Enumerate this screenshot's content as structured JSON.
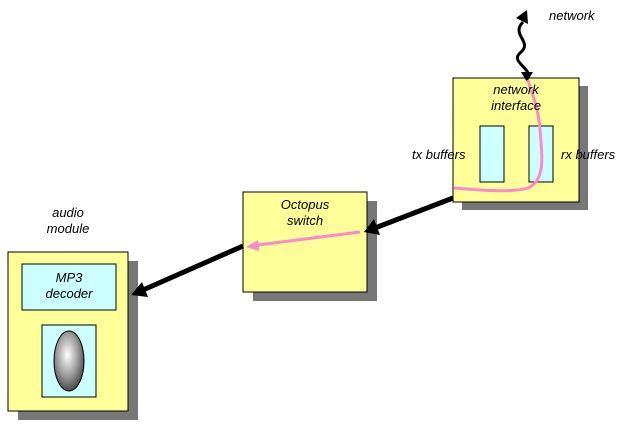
{
  "labels": {
    "network": "network",
    "network_interface": [
      "network",
      "interface"
    ],
    "tx_buffers": "tx buffers",
    "rx_buffers": "rx buffers",
    "octopus_switch": [
      "Octopus",
      "switch"
    ],
    "audio_module": [
      "audio",
      "module"
    ],
    "mp3_decoder": [
      "MP3",
      "decoder"
    ]
  },
  "colors": {
    "box_fill": "#ffff99",
    "shadow": "#777777",
    "inner_fill": "#ccffff",
    "data_path": "#ff88cc",
    "arrow": "#000000"
  },
  "icons": {
    "speaker": "speaker-icon"
  }
}
